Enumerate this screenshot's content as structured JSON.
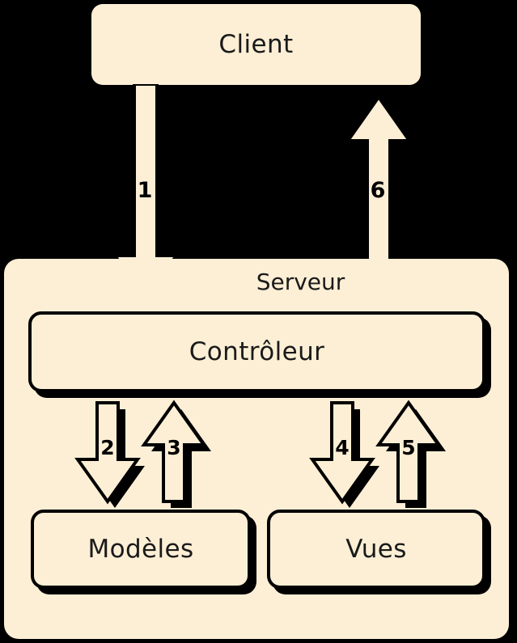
{
  "diagram": {
    "title": "MVC client-serveur",
    "colors": {
      "background": "#000000",
      "box_fill": "#FCEFD5",
      "stroke": "#000000",
      "text": "#1a1a1a"
    },
    "nodes": [
      {
        "id": "client",
        "label": "Client"
      },
      {
        "id": "serveur",
        "label": "Serveur"
      },
      {
        "id": "controleur",
        "label": "Contrôleur"
      },
      {
        "id": "modeles",
        "label": "Modèles"
      },
      {
        "id": "vues",
        "label": "Vues"
      }
    ],
    "arrows": [
      {
        "id": "arrow-1",
        "label": "1",
        "direction": "down",
        "from": "client",
        "to": "controleur"
      },
      {
        "id": "arrow-6",
        "label": "6",
        "direction": "up",
        "from": "controleur",
        "to": "client"
      },
      {
        "id": "arrow-2",
        "label": "2",
        "direction": "down",
        "from": "controleur",
        "to": "modeles"
      },
      {
        "id": "arrow-3",
        "label": "3",
        "direction": "up",
        "from": "modeles",
        "to": "controleur"
      },
      {
        "id": "arrow-4",
        "label": "4",
        "direction": "down",
        "from": "controleur",
        "to": "vues"
      },
      {
        "id": "arrow-5",
        "label": "5",
        "direction": "up",
        "from": "vues",
        "to": "controleur"
      }
    ]
  }
}
